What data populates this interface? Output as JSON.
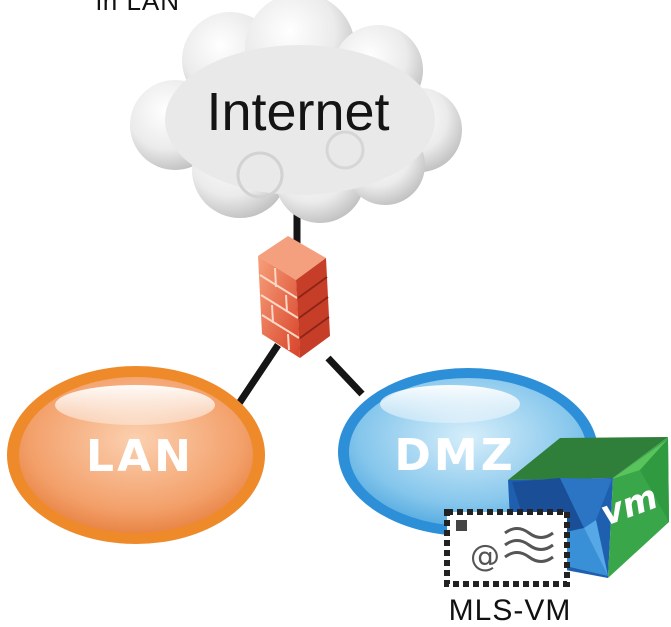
{
  "diagram": {
    "top_caption": "in LAN",
    "internet_label": "Internet",
    "lan_label": "LAN",
    "dmz_label": "DMZ",
    "vm_cube_label": "vm",
    "mail_icon_symbol": "@",
    "mls_vm_label": "MLS-VM"
  },
  "colors": {
    "cloud": "#e6e6e6",
    "firewall_brick": "#e8553a",
    "lan_orange": "#ee8a2a",
    "dmz_blue": "#2d8fd8",
    "vm_green": "#3aa64a",
    "vm_blue": "#1f5fb0"
  },
  "icons": [
    "cloud-icon",
    "firewall-icon",
    "vm-cube-icon",
    "mail-icon"
  ]
}
